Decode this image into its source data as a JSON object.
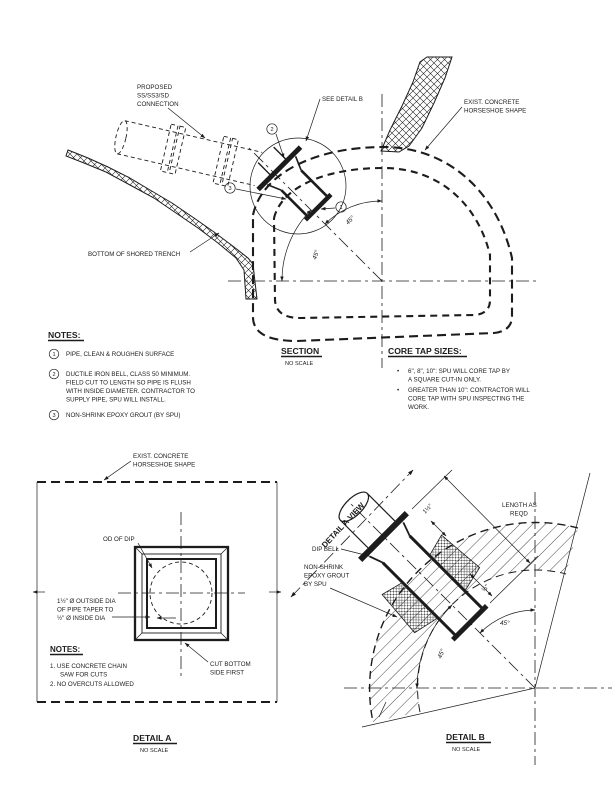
{
  "colors": {
    "ink": "#1c1c1c",
    "paper": "#ffffff"
  },
  "section": {
    "proposed": [
      "PROPOSED",
      "SS/SS3/SD",
      "CONNECTION"
    ],
    "see_detail": "SEE DETAIL B",
    "exist": [
      "EXIST. CONCRETE",
      "HORSESHOE SHAPE"
    ],
    "trench": "BOTTOM OF SHORED TRENCH",
    "angle": "45°",
    "title": "SECTION",
    "scale": "NO SCALE",
    "callouts": {
      "c1": "1",
      "c2": "2",
      "c3": "3"
    }
  },
  "notes": {
    "heading": "NOTES:",
    "n1": "1",
    "item1": "PIPE, CLEAN & ROUGHEN SURFACE",
    "n2": "2",
    "item2": [
      "DUCTILE IRON BELL, CLASS 50 MINIMUM.",
      "FIELD CUT TO LENGTH SO PIPE IS FLUSH",
      "WITH INSIDE DIAMETER. CONTRACTOR TO",
      "SUPPLY PIPE, SPU WILL INSTALL."
    ],
    "n3": "3",
    "item3": "NON-SHRINK EPOXY GROUT (BY SPU)"
  },
  "core_tap": {
    "heading": "CORE TAP SIZES:",
    "bullet": "•",
    "b1": [
      "6\", 8\", 10\": SPU WILL CORE TAP BY",
      "A SQUARE CUT-IN ONLY."
    ],
    "b2": [
      "GREATER THAN 10\": CONTRACTOR WILL",
      "CORE TAP WITH SPU INSPECTING THE",
      "WORK."
    ]
  },
  "detail_a": {
    "exist": [
      "EXIST. CONCRETE",
      "HORSESHOE SHAPE"
    ],
    "od": "OD OF DIP",
    "taper": [
      "1½\" Ø OUTSIDE DIA",
      "OF PIPE TAPER TO",
      "½\" Ø INSIDE DIA"
    ],
    "notes_heading": "NOTES:",
    "note1": "1.  USE CONCRETE CHAIN",
    "note1b": "SAW FOR CUTS",
    "note2": "2.  NO OVERCUTS ALLOWED",
    "cut": [
      "CUT BOTTOM",
      "SIDE FIRST"
    ],
    "title": "DETAIL A",
    "scale": "NO SCALE"
  },
  "detail_b": {
    "view": "DETAIL A VIEW",
    "length": [
      "LENGTH AS",
      "REQD"
    ],
    "dim_big": "1½\"",
    "dim_small": "½\"",
    "bell": "DIP BELL",
    "grout": [
      "NON-SHRINK",
      "EPOXY GROUT",
      "BY SPU"
    ],
    "angle": "45°",
    "title": "DETAIL B",
    "scale": "NO SCALE"
  }
}
